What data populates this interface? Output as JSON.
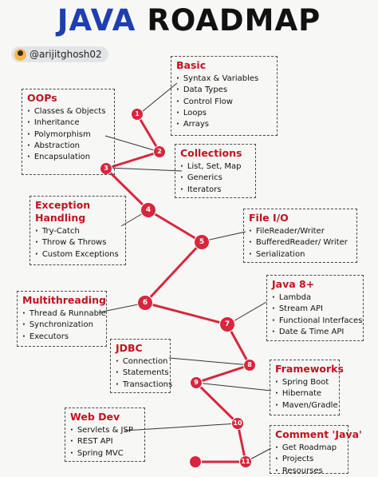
{
  "title": {
    "part1": "JAVA",
    "part2": "ROADMAP"
  },
  "handle": "@arijitghosh02",
  "colors": {
    "title_blue": "#1f3fb0",
    "path_red": "#d7263d",
    "heading_red": "#c1121f"
  },
  "sections": [
    {
      "num": "1",
      "title": "Basic",
      "items": [
        "Syntax & Variables",
        "Data Types",
        "Control Flow",
        "Loops",
        "Arrays"
      ]
    },
    {
      "num": "2",
      "title": "OOPs",
      "items": [
        "Classes & Objects",
        "Inheritance",
        "Polymorphism",
        "Abstraction",
        "Encapsulation"
      ]
    },
    {
      "num": "3",
      "title": "Collections",
      "items": [
        "List, Set, Map",
        "Generics",
        "Iterators"
      ]
    },
    {
      "num": "4",
      "title_lines": [
        "Exception",
        "Handling"
      ],
      "items": [
        "Try-Catch",
        "Throw & Throws",
        "Custom Exceptions"
      ]
    },
    {
      "num": "5",
      "title": "File I/O",
      "items": [
        "FileReader/Writer",
        "BufferedReader/ Writer",
        "Serialization"
      ]
    },
    {
      "num": "6",
      "title": "Multithreading",
      "items": [
        "Thread & Runnable",
        "Synchronization",
        "Executors"
      ]
    },
    {
      "num": "7",
      "title": "Java 8+",
      "items": [
        "Lambda",
        "Stream API",
        "Functional Interfaces",
        "Date & Time API"
      ]
    },
    {
      "num": "8",
      "title": "JDBC",
      "items": [
        "Connection",
        "Statements",
        "Transactions"
      ]
    },
    {
      "num": "9",
      "title": "Frameworks",
      "items": [
        "Spring Boot",
        "Hibernate",
        "Maven/Gradle"
      ]
    },
    {
      "num": "10",
      "title": "Web Dev",
      "items": [
        "Servlets & JSP",
        "REST API",
        "Spring MVC"
      ]
    },
    {
      "num": "11",
      "title": "Comment 'Java'",
      "items": [
        "Get Roadmap",
        "Projects",
        "Resourses"
      ]
    }
  ]
}
